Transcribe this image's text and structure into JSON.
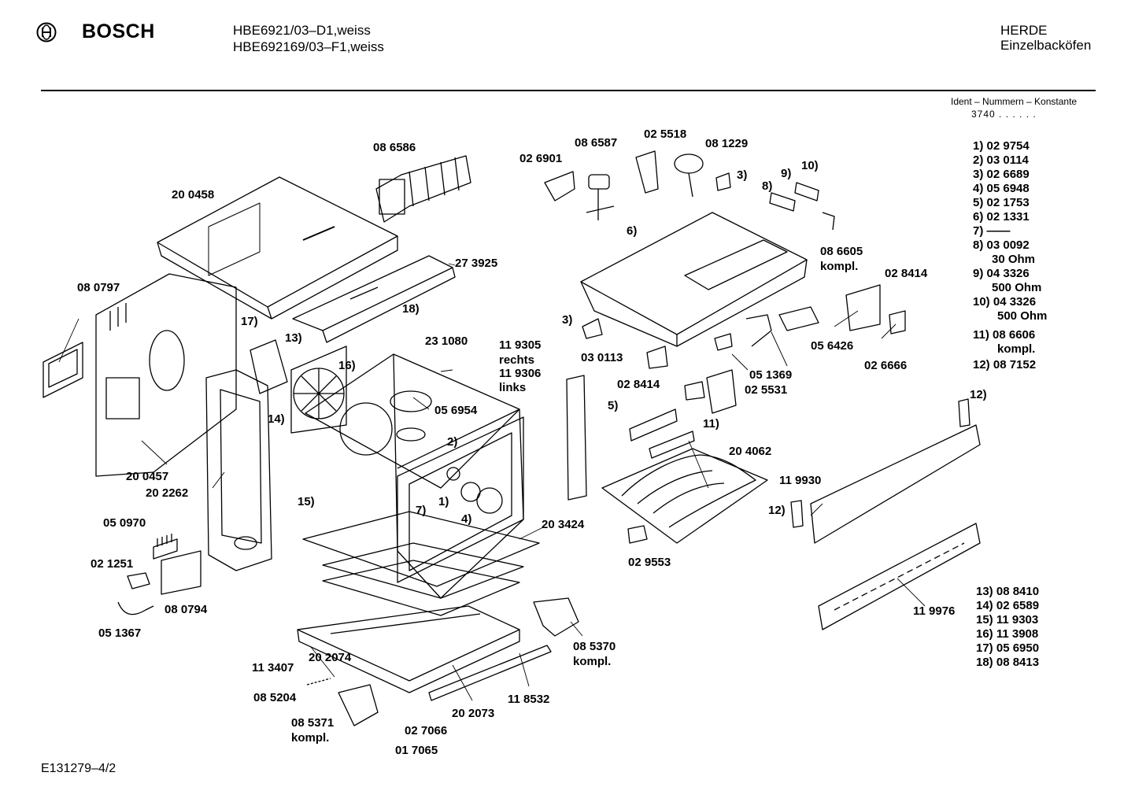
{
  "header": {
    "brand": "BOSCH",
    "models": [
      "HBE6921/03–D1,weiss",
      "HBE692169/03–F1,weiss"
    ],
    "category": "HERDE",
    "subcategory": "Einzelbacköfen",
    "ident_title": "Ident – Nummern – Konstante",
    "ident_code": "3740 . .  . . . ."
  },
  "labels": {
    "p086586": "08 6586",
    "p200458": "20 0458",
    "p273925": "27 3925",
    "p080797": "08 0797",
    "n17": "17)",
    "n18": "18)",
    "n13": "13)",
    "n16": "16)",
    "n14": "14)",
    "n15": "15)",
    "p231080": "23 1080",
    "p056954": "05 6954",
    "p119305": "11 9305",
    "rechts": "rechts",
    "p119306": "11 9306",
    "links": "links",
    "p200457": "20 0457",
    "p202262": "20 2262",
    "p050970": "05 0970",
    "p021251": "02 1251",
    "p080794": "08 0794",
    "p051367": "05 1367",
    "n2": "2)",
    "n1": "1)",
    "n7": "7)",
    "n4": "4)",
    "p203424": "20 3424",
    "p202074": "20 2074",
    "p113407": "11 3407",
    "p085204": "08 5204",
    "p085371": "08 5371",
    "kompl_a": "kompl.",
    "p027066": "02 7066",
    "p017065": "01 7065",
    "p202073": "20 2073",
    "p118532": "11 8532",
    "p085370": "08 5370",
    "kompl_b": "kompl.",
    "p026901": "02 6901",
    "p086587": "08 6587",
    "p025518": "02 5518",
    "p081229": "08 1229",
    "n3a": "3)",
    "n8": "8)",
    "n9": "9)",
    "n10": "10)",
    "n6": "6)",
    "p086605": "08 6605",
    "kompl_c": "kompl.",
    "p028414a": "02 8414",
    "n3b": "3)",
    "p030113": "03 0113",
    "p056426": "05 6426",
    "p026666": "02 6666",
    "p051369": "05 1369",
    "p025531": "02 5531",
    "p028414b": "02 8414",
    "n5": "5)",
    "n11": "11)",
    "p204062": "20 4062",
    "p119930": "11 9930",
    "n12a": "12)",
    "n12b": "12)",
    "p029553": "02 9553",
    "p119976": "11 9976"
  },
  "legend_top": [
    "1) 02 9754",
    "2) 03 0114",
    "3) 02 6689",
    "4) 05 6948",
    "5) 02 1753",
    "6) 02 1331",
    "7) ——",
    "8) 03 0092",
    "30 Ohm",
    "9) 04 3326",
    "500 Ohm",
    "10) 04 3326",
    "500 Ohm",
    "11) 08 6606",
    "kompl.",
    "12) 08 7152"
  ],
  "legend_bottom": [
    "13) 08 8410",
    "14) 02 6589",
    "15) 11 9303",
    "16) 11 3908",
    "17) 05 6950",
    "18) 08 8413"
  ],
  "footer": {
    "drawing_code": "E131279–4/2"
  }
}
